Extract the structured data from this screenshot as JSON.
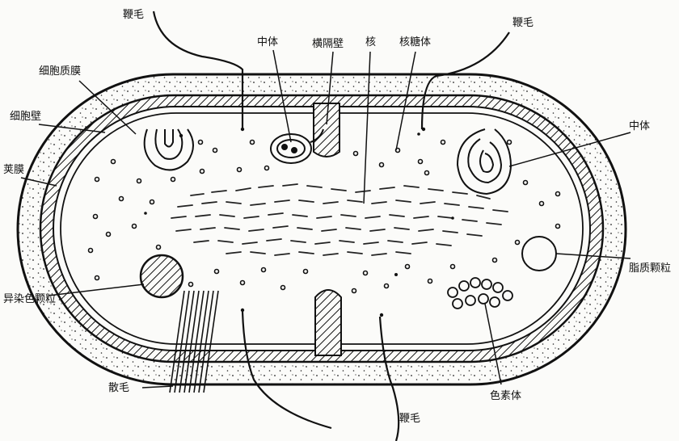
{
  "labels": {
    "flagellum": "鞭毛",
    "mesosome": "中体",
    "septum": "横隔壁",
    "nucleus": "核",
    "ribosome": "核糖体",
    "cell_membrane": "细胞质膜",
    "cell_wall": "细胞壁",
    "capsule": "荚膜",
    "lipid_granule": "脂质颗粒",
    "metachromatic_granule": "异染色颗粒",
    "pili": "散毛",
    "chromatophore": "色素体"
  }
}
